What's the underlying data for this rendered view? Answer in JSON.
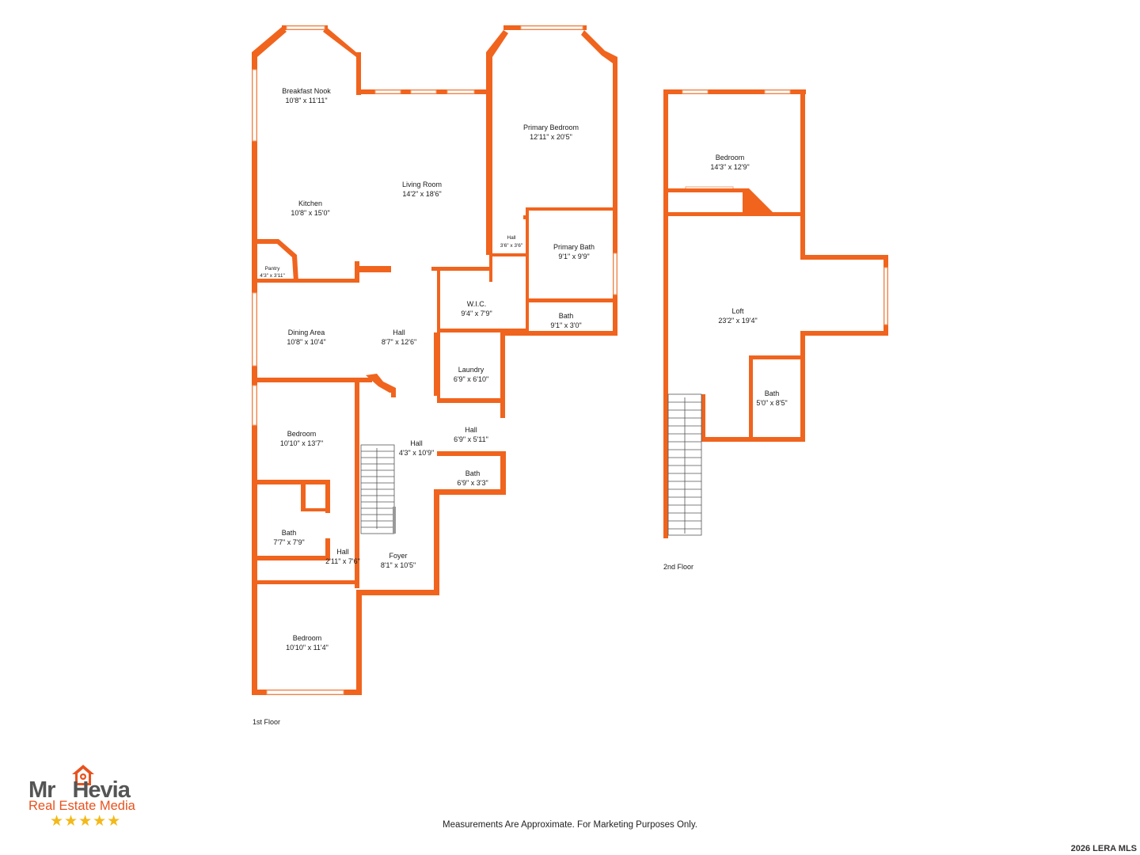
{
  "rooms_floor1": [
    {
      "id": "breakfast-nook",
      "name": "Breakfast Nook",
      "size": "10'8\" x 11'11\""
    },
    {
      "id": "kitchen",
      "name": "Kitchen",
      "size": "10'8\" x 15'0\""
    },
    {
      "id": "living-room",
      "name": "Living Room",
      "size": "14'2\" x 18'6\""
    },
    {
      "id": "primary-bedroom",
      "name": "Primary Bedroom",
      "size": "12'11\" x 20'5\""
    },
    {
      "id": "hall-small",
      "name": "Hall",
      "size": "3'6\" x 3'6\""
    },
    {
      "id": "primary-bath",
      "name": "Primary Bath",
      "size": "9'1\" x 9'9\""
    },
    {
      "id": "pantry",
      "name": "Pantry",
      "size": "4'3\" x 3'11\""
    },
    {
      "id": "wic",
      "name": "W.I.C.",
      "size": "9'4\" x 7'9\""
    },
    {
      "id": "bath-primary-small",
      "name": "Bath",
      "size": "9'1\" x 3'0\""
    },
    {
      "id": "dining-area",
      "name": "Dining Area",
      "size": "10'8\" x 10'4\""
    },
    {
      "id": "hall-center",
      "name": "Hall",
      "size": "8'7\" x 12'6\""
    },
    {
      "id": "laundry",
      "name": "Laundry",
      "size": "6'9\" x 6'10\""
    },
    {
      "id": "bedroom-1",
      "name": "Bedroom",
      "size": "10'10\" x 13'7\""
    },
    {
      "id": "hall-vertical",
      "name": "Hall",
      "size": "4'3\" x 10'9\""
    },
    {
      "id": "hall-right",
      "name": "Hall",
      "size": "6'9\" x 5'11\""
    },
    {
      "id": "bath-right",
      "name": "Bath",
      "size": "6'9\" x 3'3\""
    },
    {
      "id": "bath-left",
      "name": "Bath",
      "size": "7'7\" x 7'9\""
    },
    {
      "id": "hall-narrow",
      "name": "Hall",
      "size": "2'11\" x 7'6\""
    },
    {
      "id": "foyer",
      "name": "Foyer",
      "size": "8'1\" x 10'5\""
    },
    {
      "id": "bedroom-2",
      "name": "Bedroom",
      "size": "10'10\" x 11'4\""
    }
  ],
  "rooms_floor2": [
    {
      "id": "bedroom-upstairs",
      "name": "Bedroom",
      "size": "14'3\" x 12'9\""
    },
    {
      "id": "loft",
      "name": "Loft",
      "size": "23'2\" x 19'4\""
    },
    {
      "id": "bath-upstairs",
      "name": "Bath",
      "size": "5'0\" x 8'5\""
    }
  ],
  "floor_labels": {
    "first": "1st Floor",
    "second": "2nd Floor"
  },
  "disclaimer": "Measurements Are Approximate. For Marketing Purposes Only.",
  "copyright": "2026 LERA MLS",
  "logo": {
    "name_part1": "Mr",
    "name_part2": "Hevia",
    "subtitle": "Real Estate Media",
    "stars": "★★★★★"
  },
  "colors": {
    "wall": "#f0641e",
    "logo_orange": "#e8521e",
    "logo_gray": "#555555",
    "star": "#f3b91a"
  }
}
